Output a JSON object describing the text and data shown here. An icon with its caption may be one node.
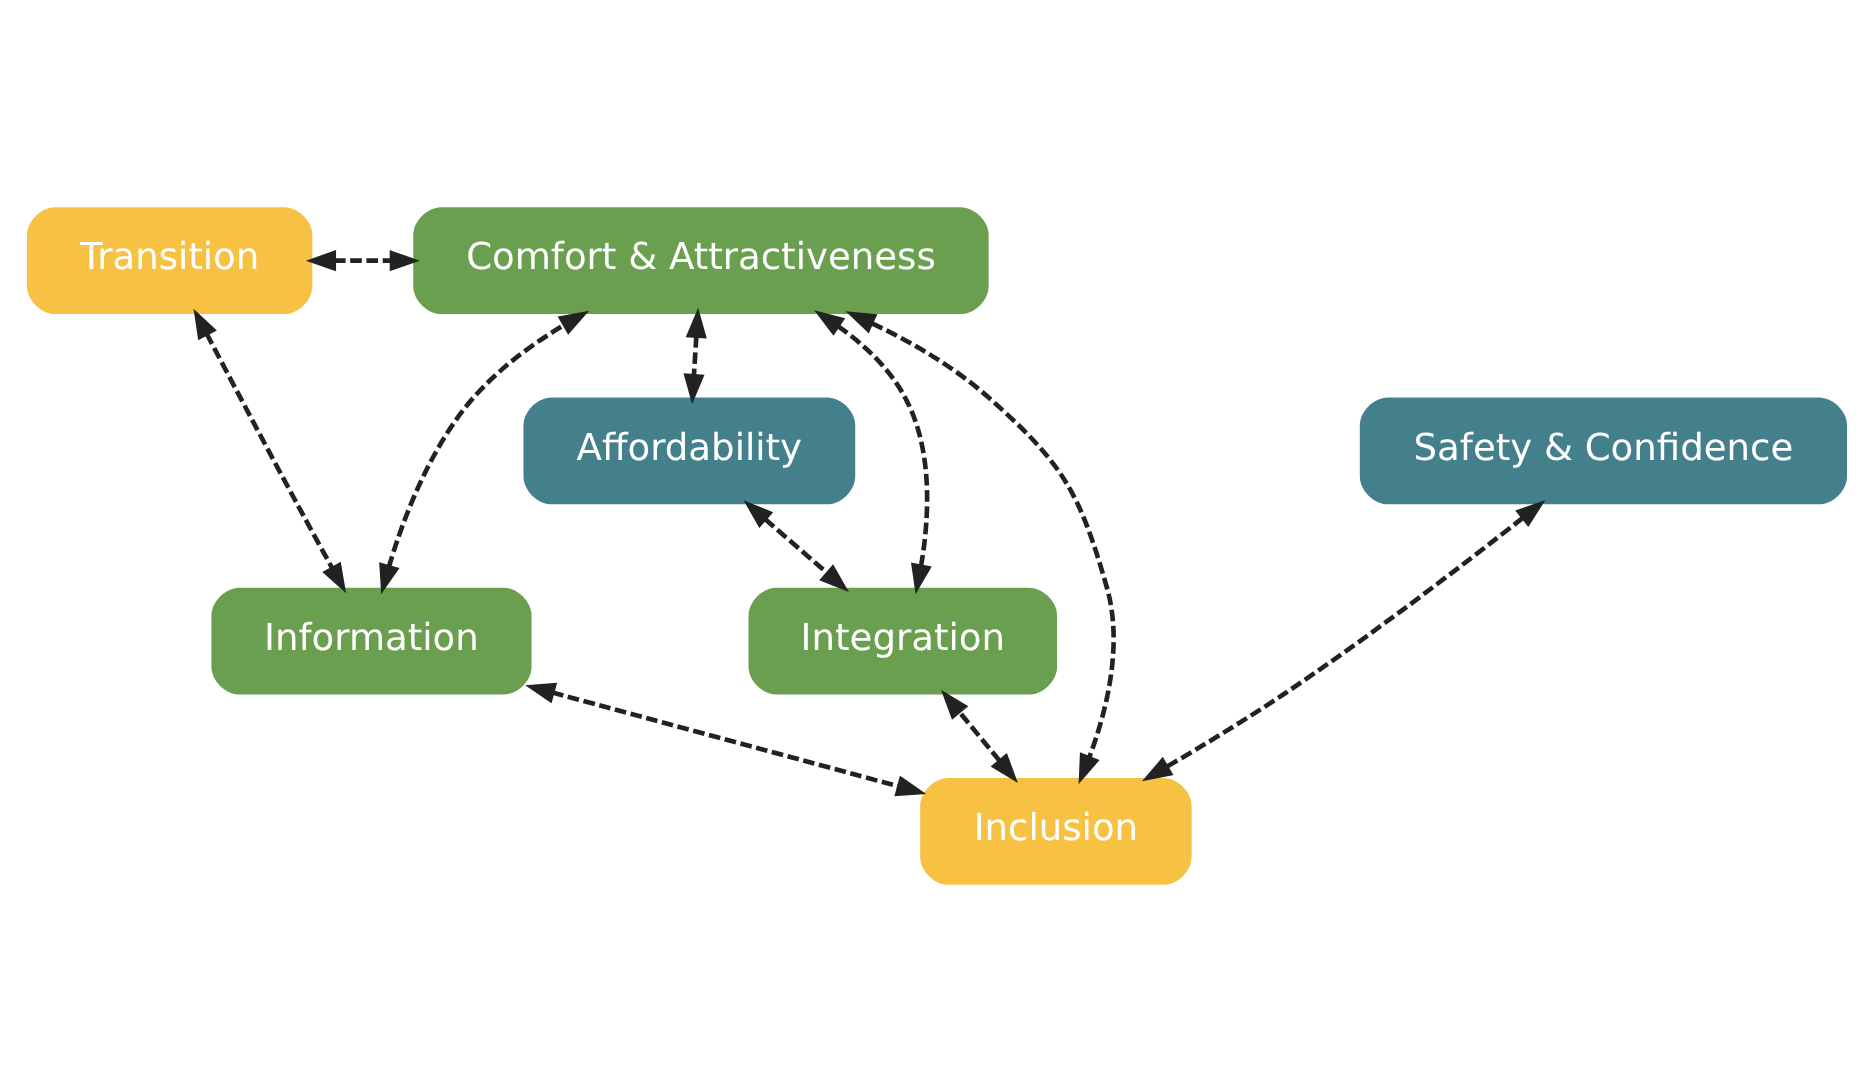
{
  "diagram": {
    "nodes": [
      {
        "text": [
          "Transition"
        ]
      },
      {
        "text": [
          "Comfort & Attractiveness"
        ]
      },
      {
        "text": [
          "Safety & Confidence"
        ]
      },
      {
        "text": [
          "Affordability"
        ]
      },
      {
        "text": [
          "Information"
        ]
      },
      {
        "text": [
          "Integration"
        ]
      },
      {
        "text": [
          "Inclusion"
        ]
      }
    ],
    "edges": [
      {
        "from": 0,
        "to": 1,
        "arrow": "both",
        "style": "dashed"
      },
      {
        "from": 4,
        "to": 1,
        "arrow": "both",
        "style": "dashed"
      },
      {
        "from": 1,
        "to": 3,
        "arrow": "both",
        "style": "dashed"
      },
      {
        "from": 0,
        "to": 4,
        "arrow": "both",
        "style": "dashed"
      },
      {
        "from": 1,
        "to": 5,
        "arrow": "both",
        "style": "dashed"
      },
      {
        "from": 1,
        "to": 6,
        "arrow": "both",
        "style": "dashed"
      },
      {
        "from": 2,
        "to": 6,
        "arrow": "both",
        "style": "dashed"
      },
      {
        "from": 3,
        "to": 5,
        "arrow": "both",
        "style": "dashed"
      },
      {
        "from": 4,
        "to": 6,
        "arrow": "both",
        "style": "dashed"
      },
      {
        "from": 6,
        "to": 5,
        "arrow": "both",
        "style": "dashed"
      }
    ]
  }
}
